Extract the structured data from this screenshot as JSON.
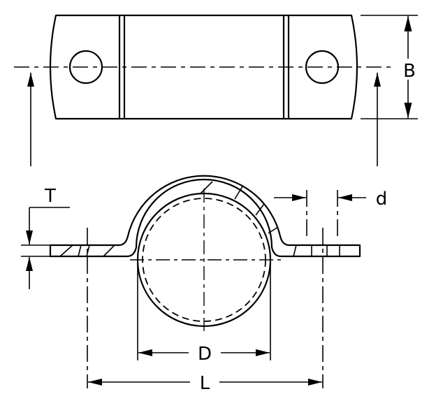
{
  "labels": {
    "B": "B",
    "T": "T",
    "d": "d",
    "D": "D",
    "L": "L"
  },
  "colors": {
    "stroke": "#000000",
    "background": "#ffffff"
  }
}
